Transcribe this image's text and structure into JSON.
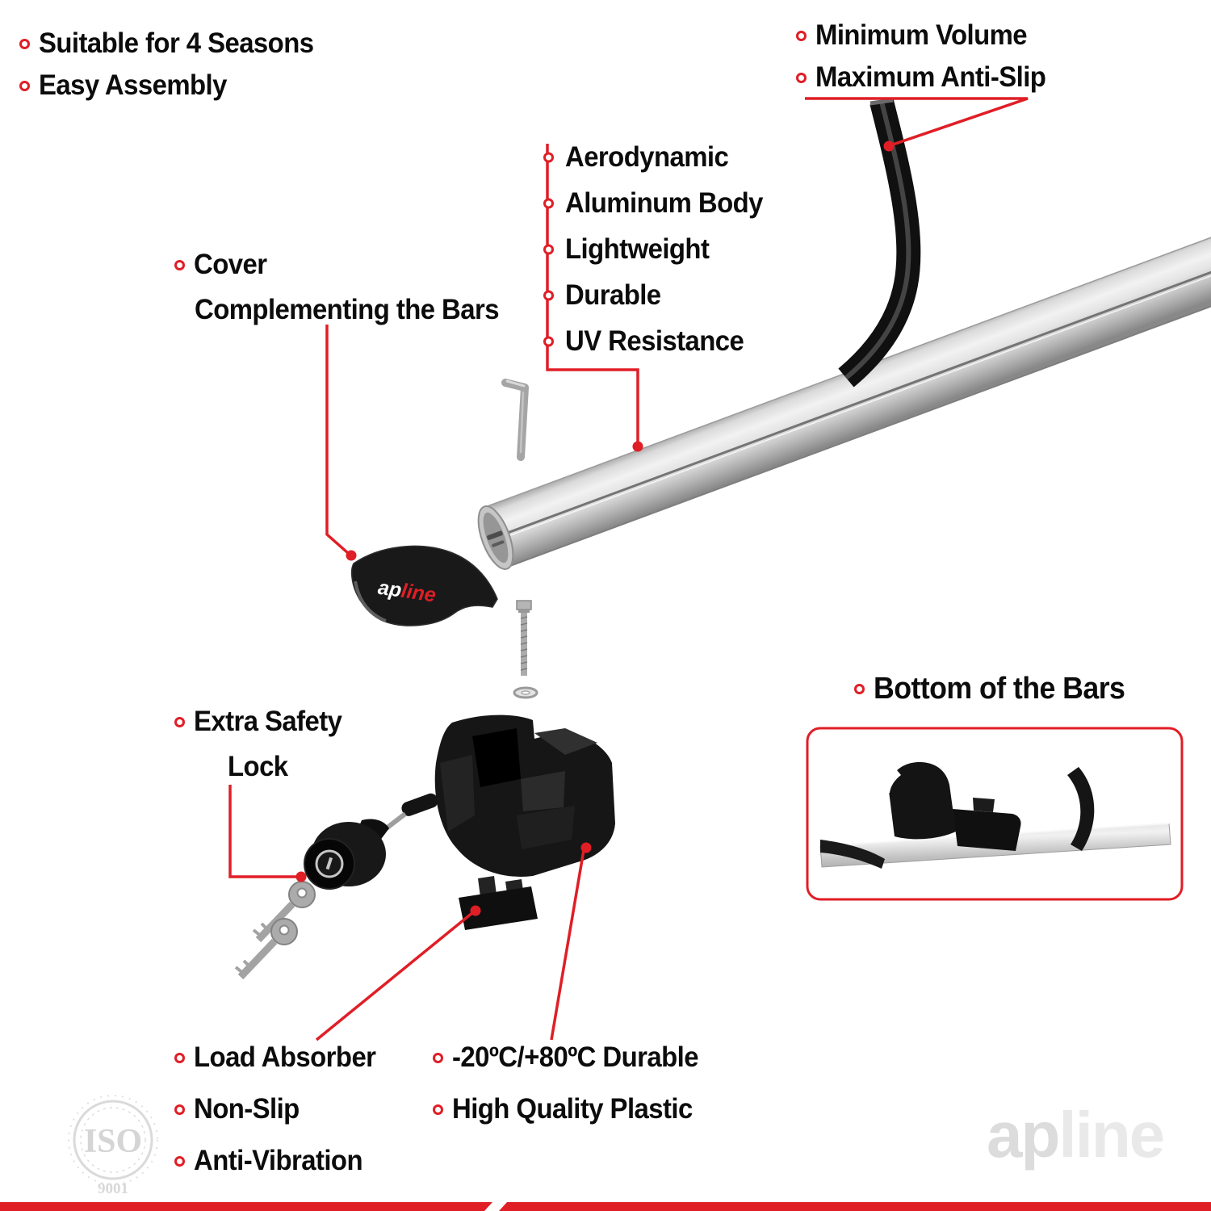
{
  "accent_color": "#e01e26",
  "annotations": {
    "suitable": "Suitable for 4 Seasons",
    "easy_assembly": "Easy Assembly",
    "minimum_volume": "Minimum Volume",
    "maximum_anti_slip": "Maximum Anti-Slip",
    "bar_features": [
      "Aerodynamic",
      "Aluminum Body",
      "Lightweight",
      "Durable",
      "UV Resistance"
    ],
    "cover_line1": "Cover",
    "cover_line2": "Complementing the Bars",
    "lock_line1": "Extra Safety",
    "lock_line2": "Lock",
    "bottom_of_bars": "Bottom of the Bars",
    "load_absorber": "Load Absorber",
    "non_slip": "Non-Slip",
    "anti_vibration": "Anti-Vibration",
    "temperature_durable": "-20ºC/+80ºC Durable",
    "high_quality_plastic": "High Quality Plastic"
  },
  "branding": {
    "cover_logo_ap": "ap",
    "cover_logo_line": "line",
    "watermark_ap": "ap",
    "watermark_line": "line",
    "iso_label": "ISO",
    "iso_number": "9001"
  }
}
